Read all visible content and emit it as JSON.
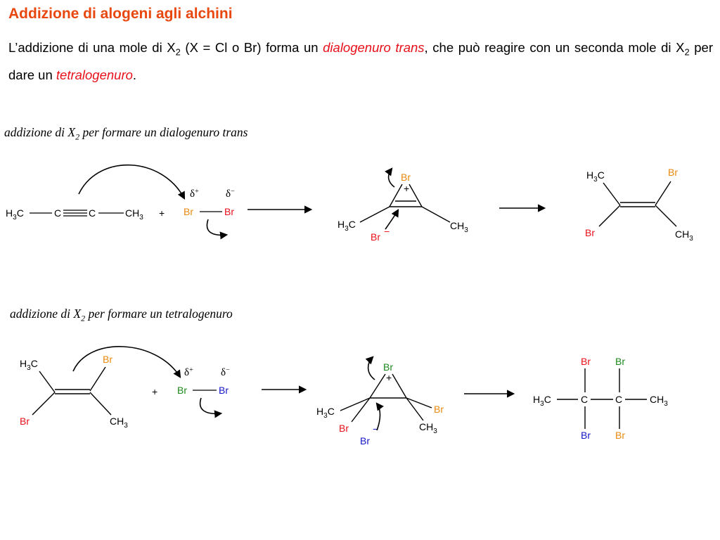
{
  "title": "Addizione di alogeni agli alchini",
  "intro": {
    "p1": "L’addizione di una mole di X",
    "sub1": "2",
    "p2": " (X = Cl o Br) forma un ",
    "hl1": "dialogenuro trans",
    "p3": ", che può reagire con un seconda mole di X",
    "sub2": "2",
    "p4": " per dare un ",
    "hl2": "tetralogenuro",
    "p5": "."
  },
  "caption1": {
    "pre": "addizione di X",
    "sub": "2",
    "post": " per formare un dialogenuro trans"
  },
  "caption2": {
    "pre": "addizione di X",
    "sub": "2",
    "post": " per formare un tetralogenuro"
  },
  "labels": {
    "H": "H",
    "three": "3",
    "C": "C",
    "CH": "CH",
    "Br": "Br",
    "plus": "+",
    "delta": "δ",
    "dplus": "+",
    "dminus": "−",
    "minus": "−"
  },
  "colors": {
    "title": "#e8470f",
    "highlight": "#e8101a",
    "br_orange": "#e8890c",
    "br_red": "#e8101a",
    "br_green": "#1a8a1a",
    "br_blue": "#1515c8"
  }
}
